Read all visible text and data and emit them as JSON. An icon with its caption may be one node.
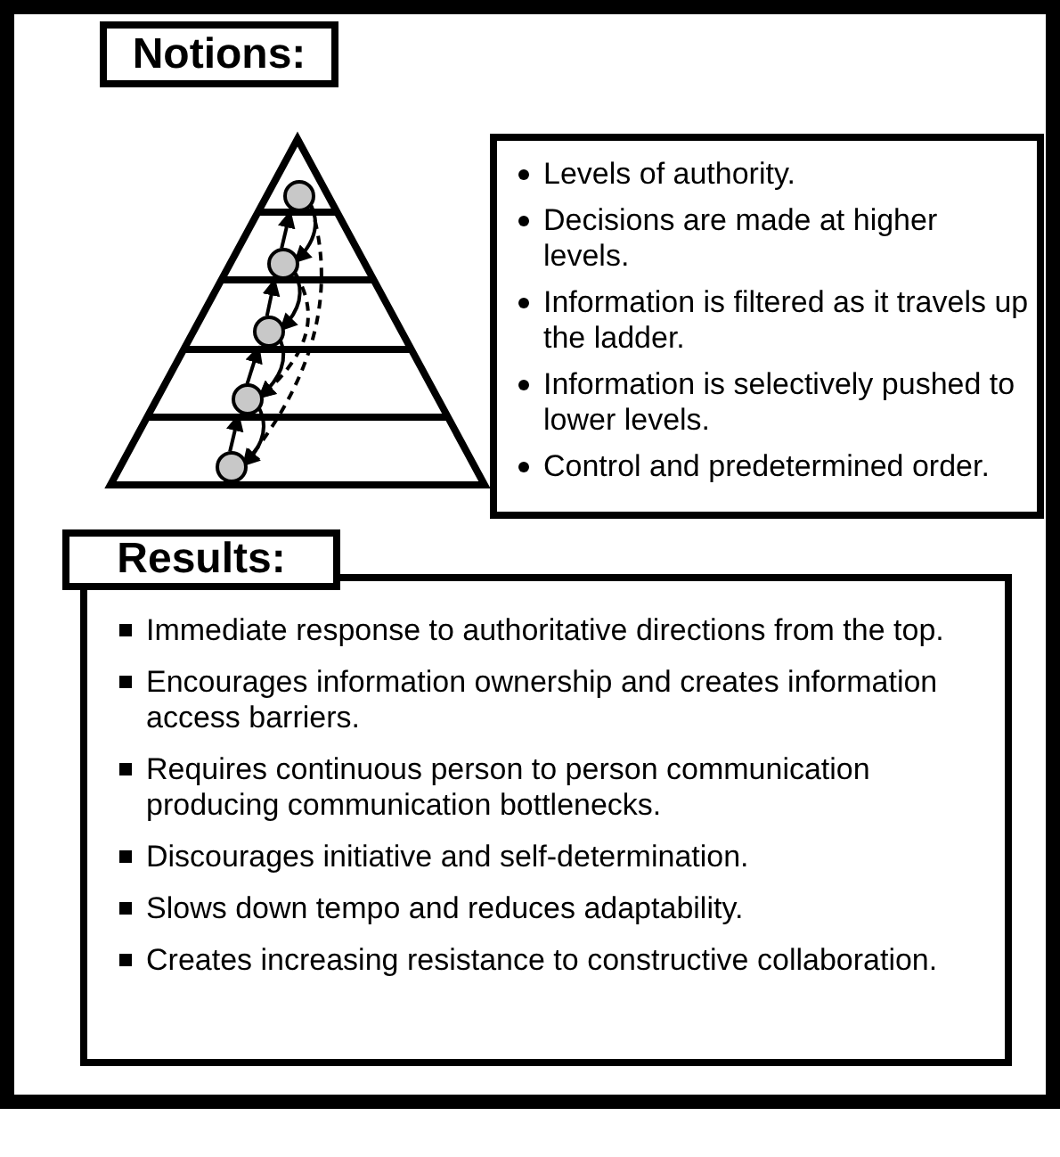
{
  "diagram": {
    "nodes": [
      {
        "text": [
          "Notions:"
        ]
      },
      {
        "text": [],
        "shape": "circle"
      },
      {
        "text": [],
        "shape": "circle"
      },
      {
        "text": [],
        "shape": "circle"
      },
      {
        "text": [],
        "shape": "circle"
      },
      {
        "text": [],
        "shape": "circle"
      },
      {
        "text": [
          "Levels of authority.",
          "Decisions are made at higher levels.",
          "Information is filtered as it travels up the ladder.",
          "Information is selectively pushed to lower levels.",
          "Control and predetermined order."
        ]
      },
      {
        "text": [
          "Results:"
        ]
      },
      {
        "text": [
          "Immediate response to authoritative directions from the top.",
          "Encourages information ownership and creates information access barriers.",
          "Requires continuous person to person communication producing communication bottlenecks.",
          "Discourages initiative and self-determination.",
          "Slows down tempo and reduces adaptability.",
          "Creates increasing resistance to constructive collaboration."
        ]
      }
    ],
    "edges": [
      {
        "from": 5,
        "to": 4,
        "arrow": "to"
      },
      {
        "from": 4,
        "to": 3,
        "arrow": "to"
      },
      {
        "from": 3,
        "to": 2,
        "arrow": "to"
      },
      {
        "from": 2,
        "to": 1,
        "arrow": "to"
      },
      {
        "from": 1,
        "to": 2,
        "arrow": "to"
      },
      {
        "from": 2,
        "to": 3,
        "arrow": "to"
      },
      {
        "from": 3,
        "to": 4,
        "arrow": "to"
      },
      {
        "from": 4,
        "to": 5,
        "arrow": "to"
      },
      {
        "from": 2,
        "to": 4,
        "arrow": "to",
        "style": "dashed"
      },
      {
        "from": 1,
        "to": 5,
        "arrow": "to",
        "style": "dashed"
      }
    ]
  }
}
